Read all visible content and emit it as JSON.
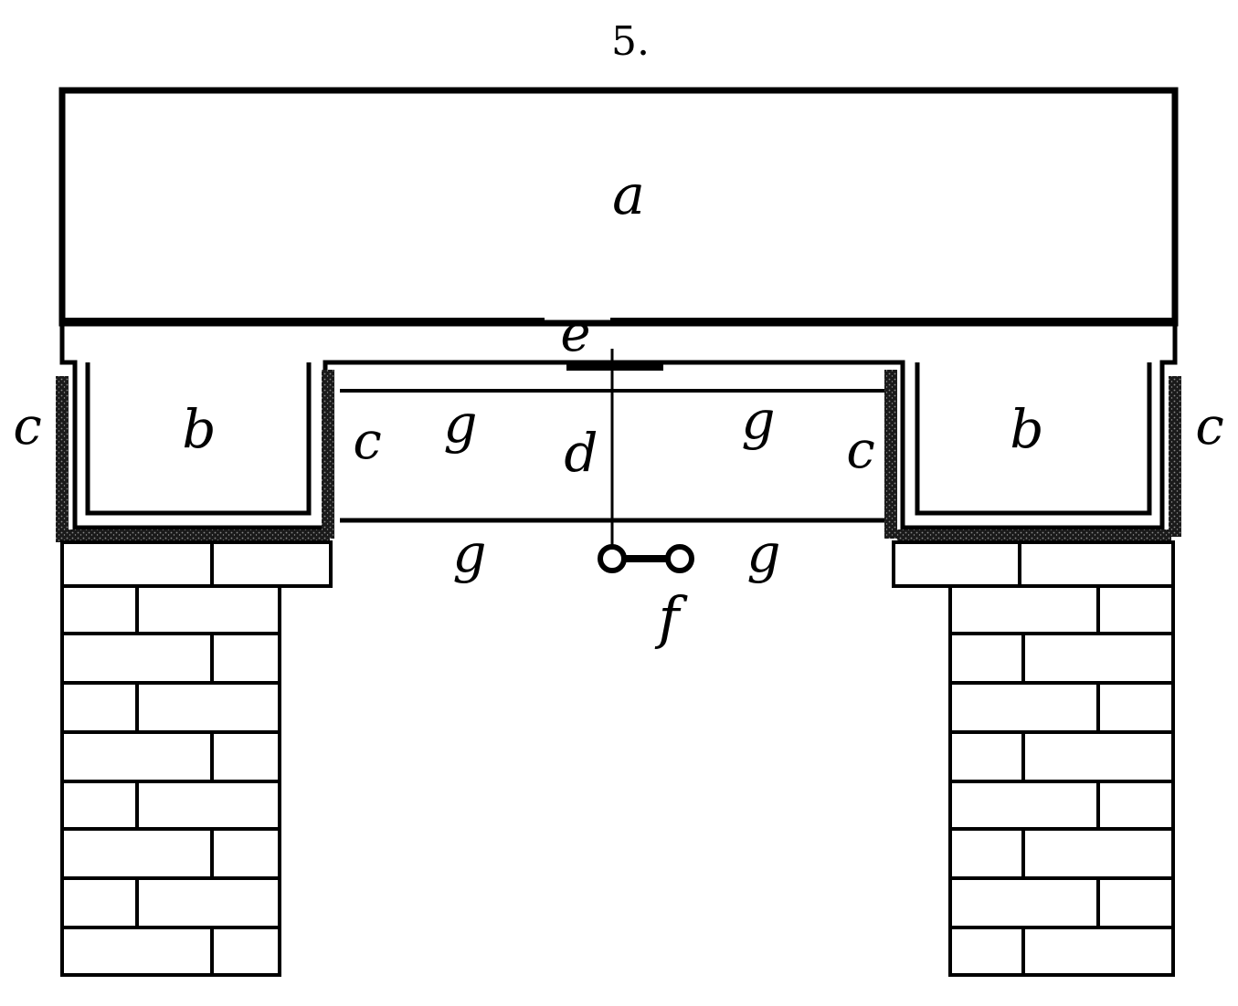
{
  "figure": {
    "number": "5."
  },
  "labels": {
    "a": "a",
    "b": "b",
    "c": "c",
    "d": "d",
    "e": "e",
    "f": "f",
    "g": "g"
  },
  "colors": {
    "ink": "#000000",
    "paper": "#ffffff",
    "hatch": "#2a2a2a"
  }
}
